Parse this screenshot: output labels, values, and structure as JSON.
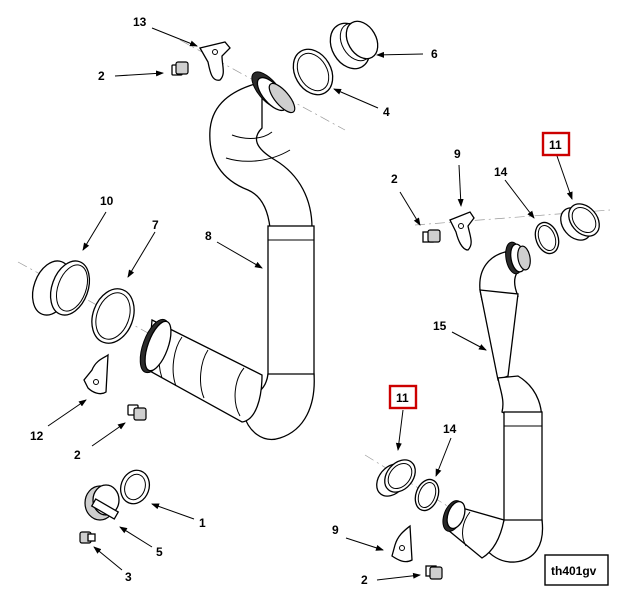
{
  "callouts": {
    "c13": "13",
    "c2_top": "2",
    "c6": "6",
    "c4": "4",
    "c9_upper": "9",
    "c2_right": "2",
    "c14_upper": "14",
    "c11_upper": "11",
    "c10": "10",
    "c7": "7",
    "c8": "8",
    "c15": "15",
    "c12": "12",
    "c2_left": "2",
    "c11_lower": "11",
    "c14_lower": "14",
    "c1": "1",
    "c5": "5",
    "c3": "3",
    "c9_lower": "9",
    "c2_bottom": "2"
  },
  "figure_code": "th401gv",
  "colors": {
    "highlight_box": "#cc0000",
    "line": "#000000",
    "fill": "#ffffff"
  }
}
